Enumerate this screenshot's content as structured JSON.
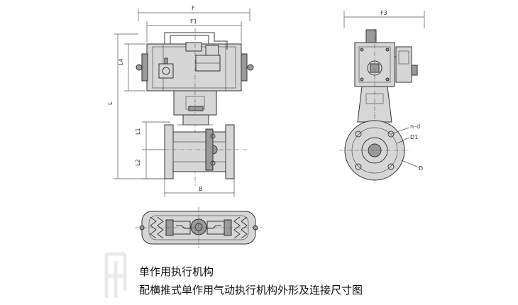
{
  "labels": {
    "F": "F",
    "F1": "F1",
    "F3": "F3",
    "L": "L",
    "L1": "L1",
    "L2": "L2",
    "L4": "L4",
    "B": "B",
    "nd": "n–d",
    "D1": "D1",
    "D": "D"
  },
  "captions": {
    "line1": "单作用执行机构",
    "line2": "配横推式单作用气动执行机构外形及连接尺寸图"
  }
}
